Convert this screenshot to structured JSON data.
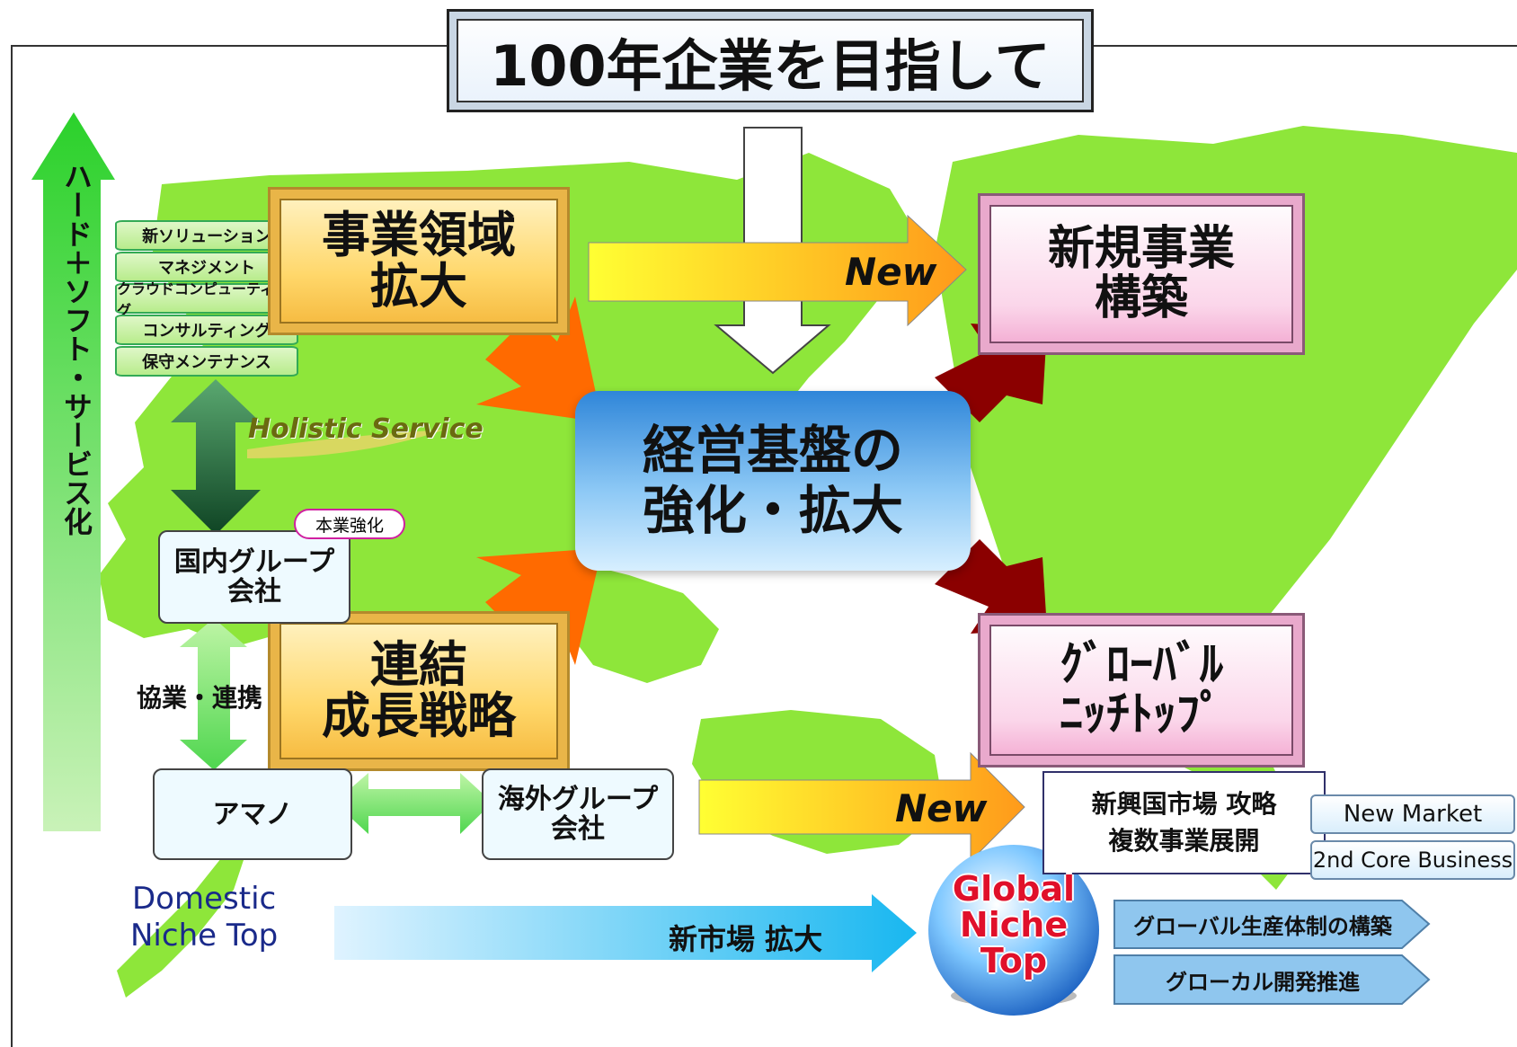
{
  "title": "100年企業を目指して",
  "vertical_arrow_label": "ハード＋ソフト・サービス化",
  "service_stack": [
    "新ソリューション",
    "マネジメント",
    "クラウドコンピューティング",
    "コンサルティング",
    "保守メンテナンス"
  ],
  "holistic_service": "Holistic Service",
  "business_expansion": [
    "事業領域",
    "拡大"
  ],
  "consolidated_growth": [
    "連結",
    "成長戦略"
  ],
  "center": [
    "経営基盤の",
    "強化・拡大"
  ],
  "new_business": [
    "新規事業",
    "構築"
  ],
  "global_niche": [
    "ｸﾞﾛｰﾊﾞﾙ",
    "ﾆｯﾁﾄｯﾌﾟ"
  ],
  "new_label": "New",
  "domestic_group": [
    "国内グループ",
    "会社"
  ],
  "core_strengthen": "本業強化",
  "collaboration": "協業・連携",
  "amano": "アマノ",
  "overseas_group": [
    "海外グループ",
    "会社"
  ],
  "emerging_markets": [
    "新興国市場 攻略",
    "複数事業展開"
  ],
  "new_market": "New Market",
  "second_core": "2nd Core Business",
  "domestic_niche_top": [
    "Domestic",
    "Niche Top"
  ],
  "new_market_expand": "新市場 拡大",
  "globe_label": [
    "Global",
    "Niche Top"
  ],
  "global_production": "グローバル生産体制の構築",
  "glocal_dev": "グローカル開発推進",
  "colors": {
    "map_green": "#8ee63a",
    "orange": "#ff6a00",
    "dark_red": "#8b0000",
    "gold": "#ffd76a",
    "pink": "#fbd6ea",
    "blue": "#4aa8ee"
  }
}
